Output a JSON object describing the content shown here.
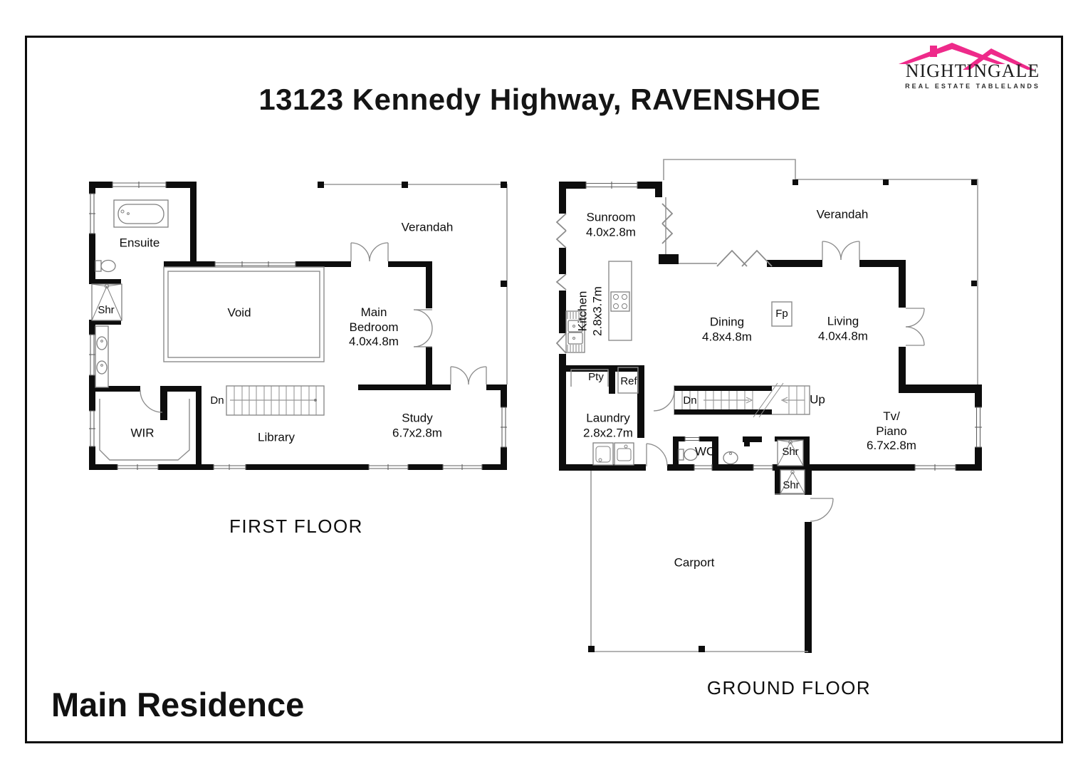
{
  "header": {
    "title": "13123 Kennedy Highway, RAVENSHOE"
  },
  "logo": {
    "name": "NIGHTINGALE",
    "tagline": "REAL ESTATE TABLELANDS",
    "brand_color": "#ee2a8a"
  },
  "footer": {
    "residence_label": "Main Residence"
  },
  "first_floor": {
    "caption": "FIRST FLOOR",
    "labels": {
      "ensuite": "Ensuite",
      "shower": "Shr",
      "void": "Void",
      "verandah": "Verandah",
      "main_bedroom": "Main\nBedroom\n4.0x4.8m",
      "stairs_down": "Dn",
      "library": "Library",
      "wir": "WIR",
      "study": "Study\n6.7x2.8m"
    }
  },
  "ground_floor": {
    "caption": "GROUND FLOOR",
    "labels": {
      "sunroom": "Sunroom\n4.0x2.8m",
      "verandah": "Verandah",
      "kitchen": "Kitchen\n2.8x3.7m",
      "dining": "Dining\n4.8x4.8m",
      "fireplace": "Fp",
      "living": "Living\n4.0x4.8m",
      "pantry": "Pty",
      "fridge": "Ref",
      "stairs_down": "Dn",
      "stairs_up": "Up",
      "laundry": "Laundry\n2.8x2.7m",
      "wc": "WC",
      "shower_1": "Shr",
      "shower_2": "Shr",
      "tv_piano": "Tv/\nPiano\n6.7x2.8m",
      "carport": "Carport"
    }
  }
}
